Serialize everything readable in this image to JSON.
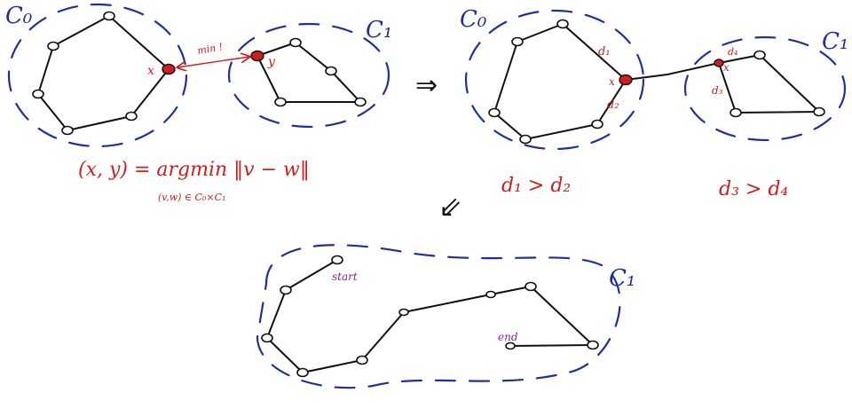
{
  "colors": {
    "ink": "#111111",
    "cluster_boundary": "#1f2f9e",
    "highlight": "#cc1f1f",
    "endpoint_label": "#7a2a8a"
  },
  "panel1": {
    "c0_label": "C₀",
    "c1_label": "C₁",
    "x_label": "x",
    "y_label": "y",
    "min_label": "min !",
    "formula_lhs": "(x, y) = argmin ‖v − w‖",
    "formula_sub": "(v,w) ∈ C₀×C₁"
  },
  "arrow_right": "⇒",
  "panel2": {
    "c0_label": "C₀",
    "c1_label": "C₁",
    "x_label": "x",
    "x2_label": "x",
    "d1": "d₁",
    "d2": "d₂",
    "d3": "d₃",
    "d4": "d₄",
    "cond_left": "d₁ > d₂",
    "cond_right": "d₃ > d₄"
  },
  "arrow_down": "⇙",
  "panel3": {
    "c1_label": "C₁",
    "start_label": "start",
    "end_label": "end"
  }
}
